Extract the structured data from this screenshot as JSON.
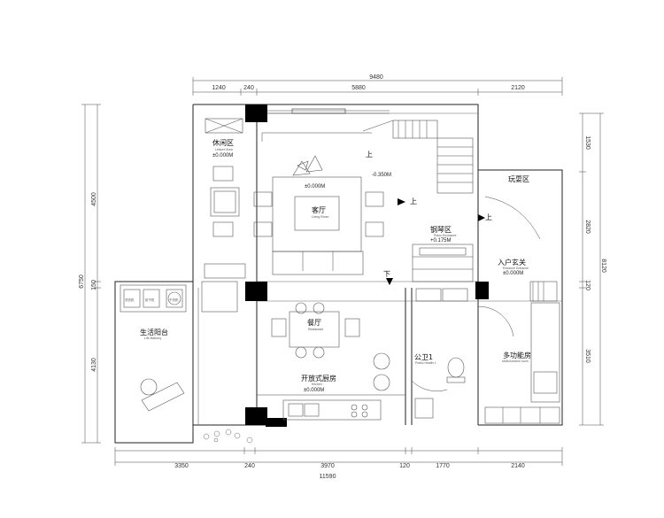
{
  "dimensions": {
    "top_total": "9480",
    "top": [
      "1240",
      "240",
      "5880",
      "2120"
    ],
    "bottom_total": "11590",
    "bottom": [
      "3350",
      "240",
      "3970",
      "120",
      "1770",
      "2140"
    ],
    "left_outer": "6750",
    "left": [
      "4500",
      "150",
      "4130"
    ],
    "right_outer": "8120",
    "right": [
      "1530",
      "2820",
      "120",
      "3510"
    ]
  },
  "rooms": {
    "leisure": {
      "name": "休闲区",
      "sub": "Leisure Area",
      "level": "±0.000M"
    },
    "living": {
      "name": "客厅",
      "sub": "Living Room",
      "level": "±0.000M"
    },
    "living_step": {
      "level": "-0.350M"
    },
    "piano": {
      "name": "钢琴区",
      "sub": "Piano Enclosure",
      "level": "+0.175M"
    },
    "play": {
      "name": "玩耍区"
    },
    "entry": {
      "name": "入户玄关",
      "sub": "Entrance Entrance",
      "level": "±0.000M"
    },
    "dining": {
      "name": "餐厅",
      "sub": "Restaurant"
    },
    "kitchen": {
      "name": "开放式厨房",
      "sub": "Kitchen",
      "level": "±0.000M"
    },
    "balcony": {
      "name": "生活阳台",
      "sub": "Life Balcony"
    },
    "bath": {
      "name": "公卫1",
      "sub": "Public Health 1"
    },
    "multi": {
      "name": "多功能房",
      "sub": "Multi-function room"
    }
  },
  "markers": {
    "up": "上",
    "down": "下"
  },
  "appliances": {
    "washer": "洗衣机",
    "dryer": "烘干机",
    "dryer2": "干衣机"
  }
}
